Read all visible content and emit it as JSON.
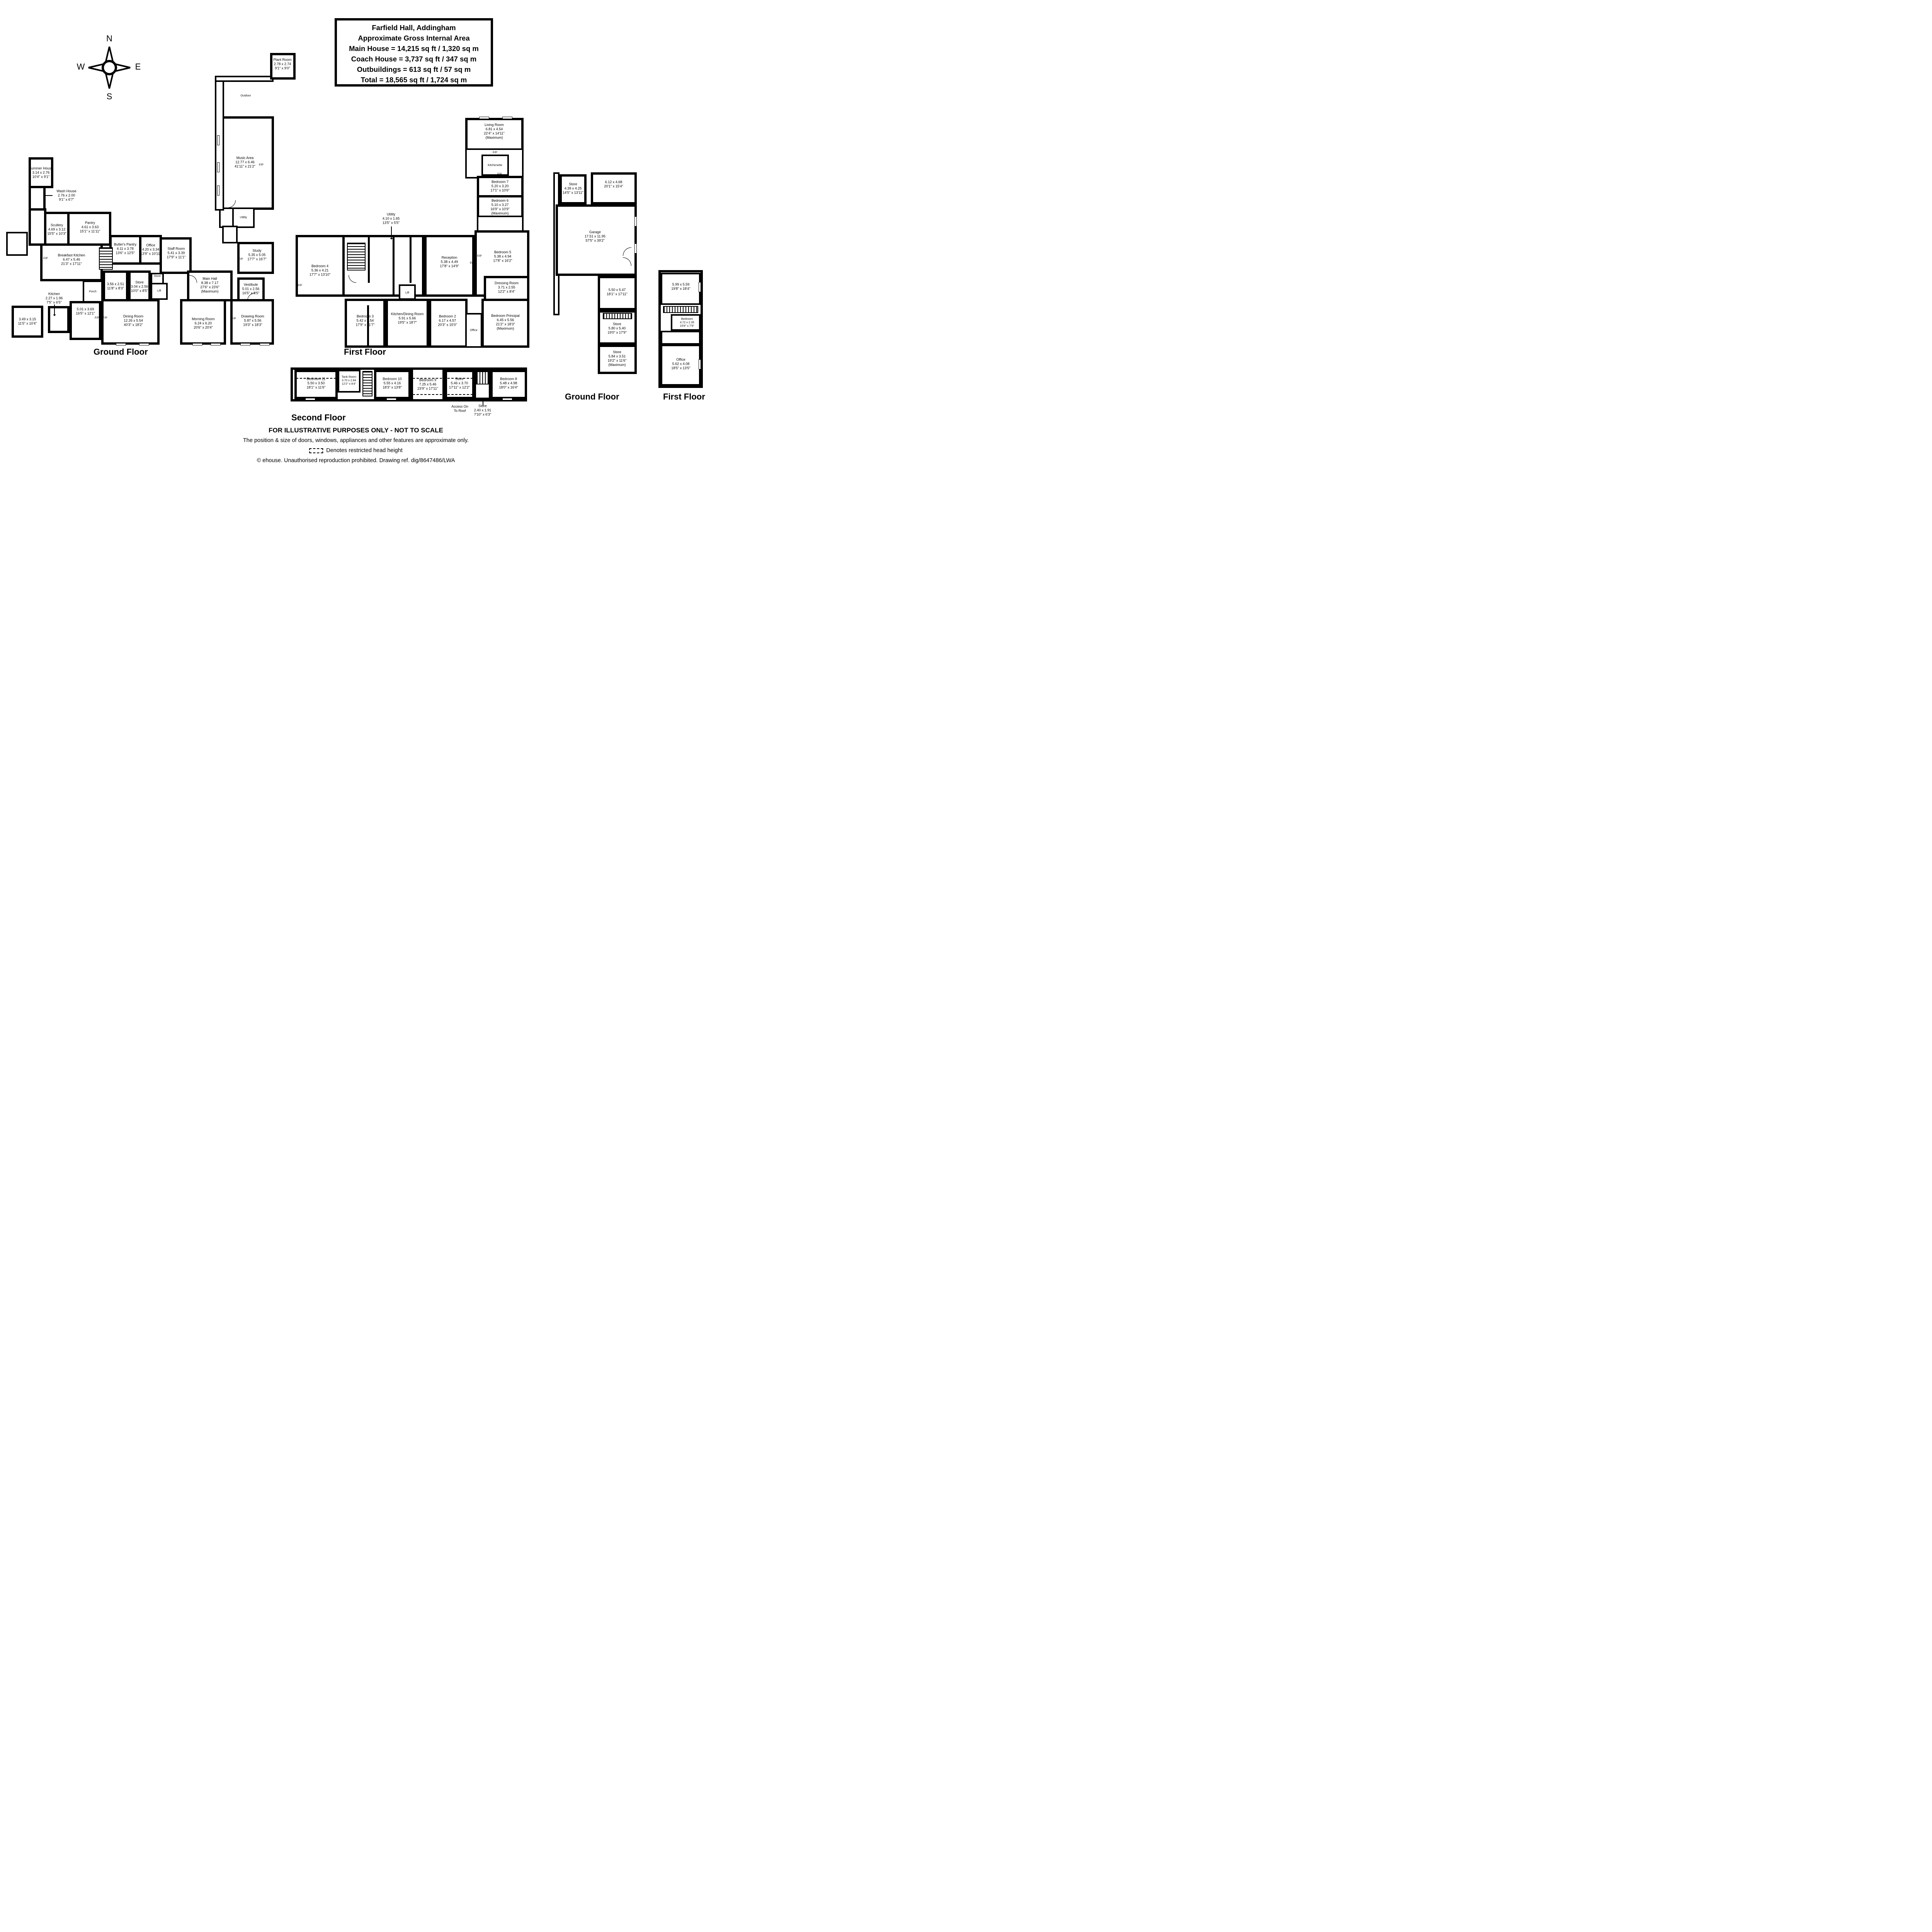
{
  "title_box": {
    "lines": [
      "Farfield Hall, Addingham",
      "Approximate Gross Internal Area",
      "Main House = 14,215 sq ft / 1,320 sq m",
      "Coach House = 3,737 sq ft / 347 sq m",
      "Outbuildings = 613 sq ft / 57 sq m",
      "Total = 18,565 sq ft / 1,724 sq m"
    ]
  },
  "compass": {
    "n": "N",
    "e": "E",
    "s": "S",
    "w": "W"
  },
  "labels": {
    "fp": "F/P",
    "lift": "Lift",
    "porch": "Porch",
    "outdoor": "Outdoor",
    "utility": "Utility",
    "store": "Store",
    "kitchenette": "Kitchenette",
    "office": "Office",
    "access_1": "Access On",
    "access_2": "To Roof"
  },
  "floors": {
    "ground": {
      "title": "Ground Floor",
      "rooms": {
        "summer": {
          "name": "Summer House",
          "m": "3.14 x 2.76",
          "ft": "10'4\" x 9'1\""
        },
        "wash": {
          "name": "Wash House",
          "m": "2.76 x 2.00",
          "ft": "9'1\" x 6'7\""
        },
        "scullery": {
          "name": "Scullery",
          "m": "4.69 x 3.12",
          "ft": "15'5\" x 10'3\""
        },
        "pantry": {
          "name": "Pantry",
          "m": "4.61 x 3.63",
          "ft": "15'1\" x 11'11\""
        },
        "breakfast": {
          "name": "Breakfast Kitchen",
          "m": "6.47 x 5.46",
          "ft": "21'3\" x 17'11\""
        },
        "butlers": {
          "name": "Butler's Pantry",
          "m": "4.11 x 3.78",
          "ft": "13'6\" x 12'5\""
        },
        "office": {
          "name": "Office",
          "m": "4.20 x 3.34",
          "ft": "13'9\" x 10'11\""
        },
        "staff": {
          "name": "Staff Room",
          "m": "5.41 x 3.39",
          "ft": "17'9\" x 11'1\""
        },
        "study": {
          "name": "Study",
          "m": "5.35 x 5.05",
          "ft": "17'7\" x 16'7\""
        },
        "main_hall": {
          "name": "Main Hall",
          "m": "8.38 x 7.17",
          "ft": "27'6\" x 23'6\"",
          "note": "(Maximum)"
        },
        "vestibule": {
          "name": "Vestibule",
          "m": "5.01 x 2.56",
          "ft": "16'5\" x 8'5\""
        },
        "r356": {
          "m": "3.56 x 2.51",
          "ft": "11'8\" x 8'3\""
        },
        "store304": {
          "name": "Store",
          "m": "3.04 x 2.56",
          "ft": "10'0\" x 8'5\""
        },
        "kitchen": {
          "name": "Kitchen",
          "m": "2.27 x 1.96",
          "ft": "7'5\" x 6'5\""
        },
        "r501": {
          "m": "5.01 x 3.69",
          "ft": "16'5\" x 12'1\""
        },
        "r349": {
          "m": "3.49 x 3.15",
          "ft": "11'5\" x 10'4\""
        },
        "dining": {
          "name": "Dining Room",
          "m": "12.26 x 5.54",
          "ft": "40'3\" x 18'2\""
        },
        "morning": {
          "name": "Morning Room",
          "m": "6.24 x 6.20",
          "ft": "20'6\" x 20'4\""
        },
        "drawing": {
          "name": "Drawing Room",
          "m": "5.87 x 5.56",
          "ft": "19'3\" x 18'3\""
        },
        "music": {
          "name": "Music Area",
          "m": "12.77 x 6.46",
          "ft": "41'11\" x 21'2\""
        },
        "plant": {
          "name": "Plant Room",
          "m": "2.78 x 2.74",
          "ft": "9'1\" x 9'0\""
        }
      }
    },
    "first": {
      "title": "First Floor",
      "rooms": {
        "bed4": {
          "name": "Bedroom 4",
          "m": "5.36 x 4.21",
          "ft": "17'7\" x 13'10\""
        },
        "utility": {
          "name": "Utility",
          "m": "4.10 x 1.65",
          "ft": "13'5\" x 5'5\""
        },
        "reception": {
          "name": "Reception",
          "m": "5.38 x 4.49",
          "ft": "17'8\" x 14'9\""
        },
        "bed5": {
          "name": "Bedroom 5",
          "m": "5.38 x 4.94",
          "ft": "17'8\" x 16'2\""
        },
        "living": {
          "name": "Living Room",
          "m": "6.81 x 4.54",
          "ft": "22'4\" x 14'11\"",
          "note": "(Maximum)"
        },
        "bed7": {
          "name": "Bedroom 7",
          "m": "5.20 x 3.20",
          "ft": "17'1\" x 10'6\""
        },
        "bed6": {
          "name": "Bedroom 6",
          "m": "5.10 x 3.27",
          "ft": "16'9\" x 10'9\"",
          "note": "(Maximum)"
        },
        "dressing": {
          "name": "Dressing Room",
          "m": "3.71 x 2.55",
          "ft": "12'2\" x 8'4\""
        },
        "bedp": {
          "name": "Bedroom Principal",
          "m": "6.45 x 5.56",
          "ft": "21'2\" x 18'3\"",
          "note": "(Maximum)"
        },
        "bed2": {
          "name": "Bedroom 2",
          "m": "6.17 x 4.57",
          "ft": "20'3\" x 15'0\""
        },
        "kd": {
          "name": "Kitchen/Dining Room",
          "m": "5.91 x 5.66",
          "ft": "19'5\" x 18'7\""
        },
        "bed3": {
          "name": "Bedroom 3",
          "m": "5.42 x 3.54",
          "ft": "17'9\" x 11'7\""
        }
      }
    },
    "second": {
      "title": "Second Floor",
      "rooms": {
        "bed11": {
          "name": "Bedroom 11",
          "m": "5.50 x 3.50",
          "ft": "18'1\" x 11'6\""
        },
        "tank": {
          "name": "Tank Room",
          "m": "3.70 x 2.84",
          "ft": "12'2\" x 9'4\""
        },
        "bed10": {
          "name": "Bedroom 10",
          "m": "5.55 x 4.16",
          "ft": "18'3\" x 13'8\""
        },
        "bed9": {
          "name": "Bedroom 9",
          "m": "7.25 x 5.46",
          "ft": "23'9\" x 17'11\""
        },
        "store546": {
          "name": "Store",
          "m": "5.46 x 3.70",
          "ft": "17'11\" x 12'2\""
        },
        "bed8": {
          "name": "Bedroom 8",
          "m": "5.48 x 4.98",
          "ft": "18'0\" x 16'4\""
        },
        "store240": {
          "name": "Store",
          "m": "2.40 x 1.91",
          "ft": "7'10\" x 6'3\""
        }
      }
    },
    "coach_ground": {
      "title": "Ground Floor",
      "rooms": {
        "store439": {
          "name": "Store",
          "m": "4.39 x 4.25",
          "ft": "14'5\" x 13'11\""
        },
        "r612": {
          "m": "6.12 x 4.68",
          "ft": "20'1\" x 15'4\""
        },
        "garage": {
          "name": "Garage",
          "m": "17.51 x 11.95",
          "ft": "57'5\" x 39'2\""
        },
        "r550": {
          "m": "5.50 x 5.47",
          "ft": "18'1\" x 17'11\""
        },
        "store580": {
          "name": "Store",
          "m": "5.80 x 5.40",
          "ft": "19'0\" x 17'9\""
        },
        "store584": {
          "name": "Store",
          "m": "5.84 x 3.51",
          "ft": "19'2\" x 11'6\"",
          "note": "(Maximum)"
        }
      }
    },
    "coach_first": {
      "title": "First Floor",
      "rooms": {
        "r599": {
          "m": "5.99 x 5.59",
          "ft": "19'8\" x 18'4\""
        },
        "bedroom": {
          "name": "Bedroom",
          "m": "4.72 x 2.35",
          "ft": "15'6\" x 7'9\""
        },
        "office": {
          "name": "Office",
          "m": "5.62 x 4.08",
          "ft": "18'5\" x 13'5\""
        }
      }
    }
  },
  "footer": {
    "line1": "FOR ILLUSTRATIVE PURPOSES ONLY - NOT TO SCALE",
    "line2": "The position & size of doors, windows, appliances and other features are approximate only.",
    "legend": "Denotes restricted head height",
    "line3": "© ehouse. Unauthorised reproduction prohibited. Drawing ref. dig/8647486/LWA"
  }
}
